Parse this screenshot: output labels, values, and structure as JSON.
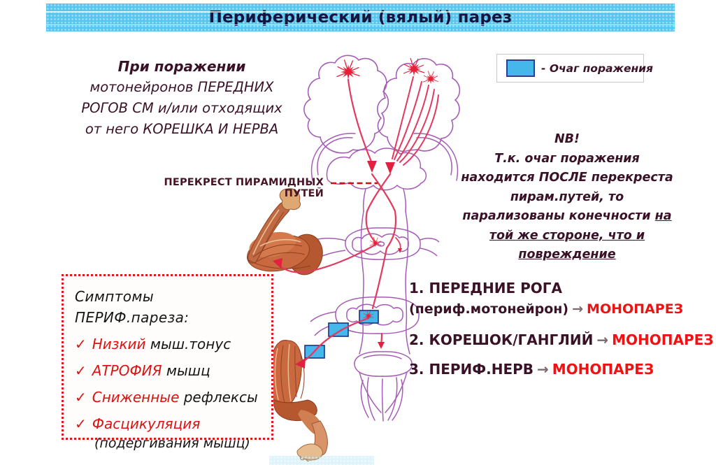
{
  "header": {
    "title": "Периферический (вялый) парез"
  },
  "intro": {
    "line1": "При поражении",
    "line2": "мотонейронов ПЕРЕДНИХ",
    "line3": "РОГОВ СМ и/или отходящих",
    "line4": "от него КОРЕШКА И НЕРВА"
  },
  "legend": {
    "label": "- Очаг поражения"
  },
  "diagram": {
    "decussation_label": "ПЕРЕКРЕСТ ПИРАМИДНЫХ ПУТЕЙ"
  },
  "nb": {
    "heading": "NB!",
    "line1": "Т.к. очаг поражения",
    "line2": "находится ПОСЛЕ перекреста",
    "line3": "пирам.путей, то",
    "line4_plain": "парализованы конечности ",
    "line4_u": "на",
    "line5_u": "той же стороне, что и",
    "line6_u": "повреждение"
  },
  "outcomes": {
    "arrow": "→",
    "items": [
      {
        "label": "1. ПЕРЕДНИЕ РОГА",
        "sublabel": "(периф.мотонейрон)",
        "result": "МОНОПАРЕЗ"
      },
      {
        "label": "2. КОРЕШОК/ГАНГЛИЙ",
        "result": "МОНОПАРЕЗ"
      },
      {
        "label": "3. ПЕРИФ.НЕРВ",
        "result": "МОНОПАРЕЗ"
      }
    ]
  },
  "symptoms": {
    "title": "Симптомы ПЕРИФ.пареза:",
    "check": "✓",
    "items": [
      {
        "red": "Низкий",
        "rest": " мыш.тонус"
      },
      {
        "red": "АТРОФИЯ",
        "rest": " мышц"
      },
      {
        "red": "Сниженные",
        "rest": " рефлексы"
      },
      {
        "red": "Фасцикуляция",
        "rest": ""
      }
    ],
    "note": "(подергивания мышц)"
  },
  "colors": {
    "banner_blue": "#58c7ef",
    "lesion_blue": "#45b7ea",
    "accent_red": "#ee1212",
    "dark_maroon": "#3a1228",
    "tract_red": "#e23a5e",
    "anatomy_purple": "#a55cb5"
  }
}
